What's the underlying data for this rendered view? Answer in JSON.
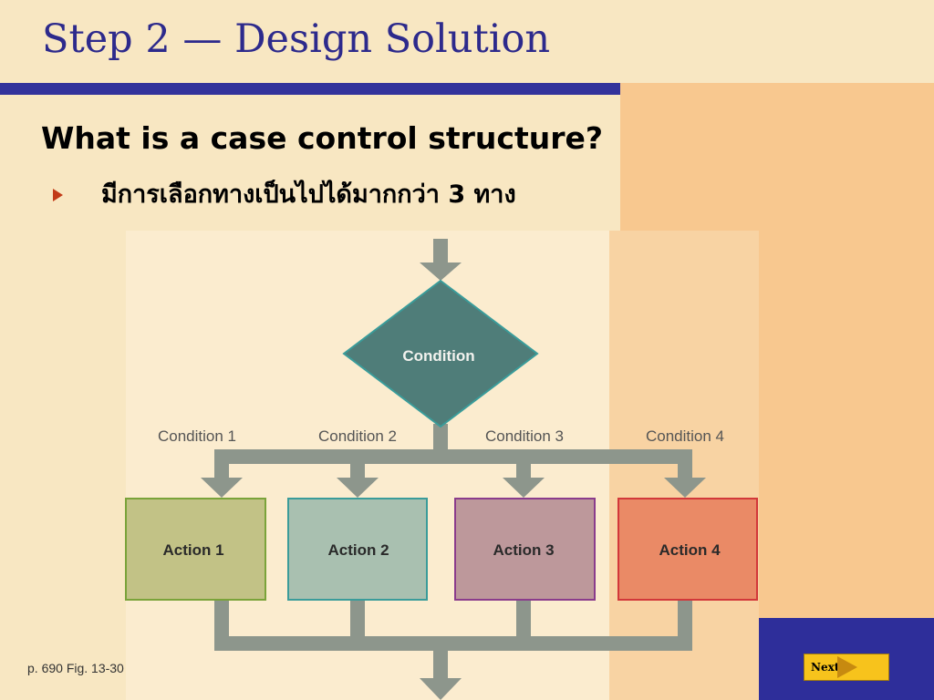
{
  "slide": {
    "title": "Step 2 — Design Solution",
    "heading": "What is a case control structure?",
    "bullet": "มีการเลือกทางเป็นไปได้มากกว่า 3 ทาง",
    "caption": "p. 690 Fig. 13-30",
    "next_label": "Next"
  },
  "diagram": {
    "decision": "Condition",
    "branches": [
      {
        "condition": "Condition 1",
        "action": "Action 1",
        "fill": "#c2c286",
        "stroke": "#7aa33a"
      },
      {
        "condition": "Condition 2",
        "action": "Action 2",
        "fill": "#a9c0b0",
        "stroke": "#3a9c9a"
      },
      {
        "condition": "Condition 3",
        "action": "Action 3",
        "fill": "#bd989b",
        "stroke": "#8a3c8c"
      },
      {
        "condition": "Condition 4",
        "action": "Action 4",
        "fill": "#ea8a66",
        "stroke": "#d2383a"
      }
    ],
    "colors": {
      "decision_fill": "#4f7d79",
      "decision_stroke": "#3a9c9a",
      "connector": "#8d968c",
      "label": "#555555"
    }
  }
}
